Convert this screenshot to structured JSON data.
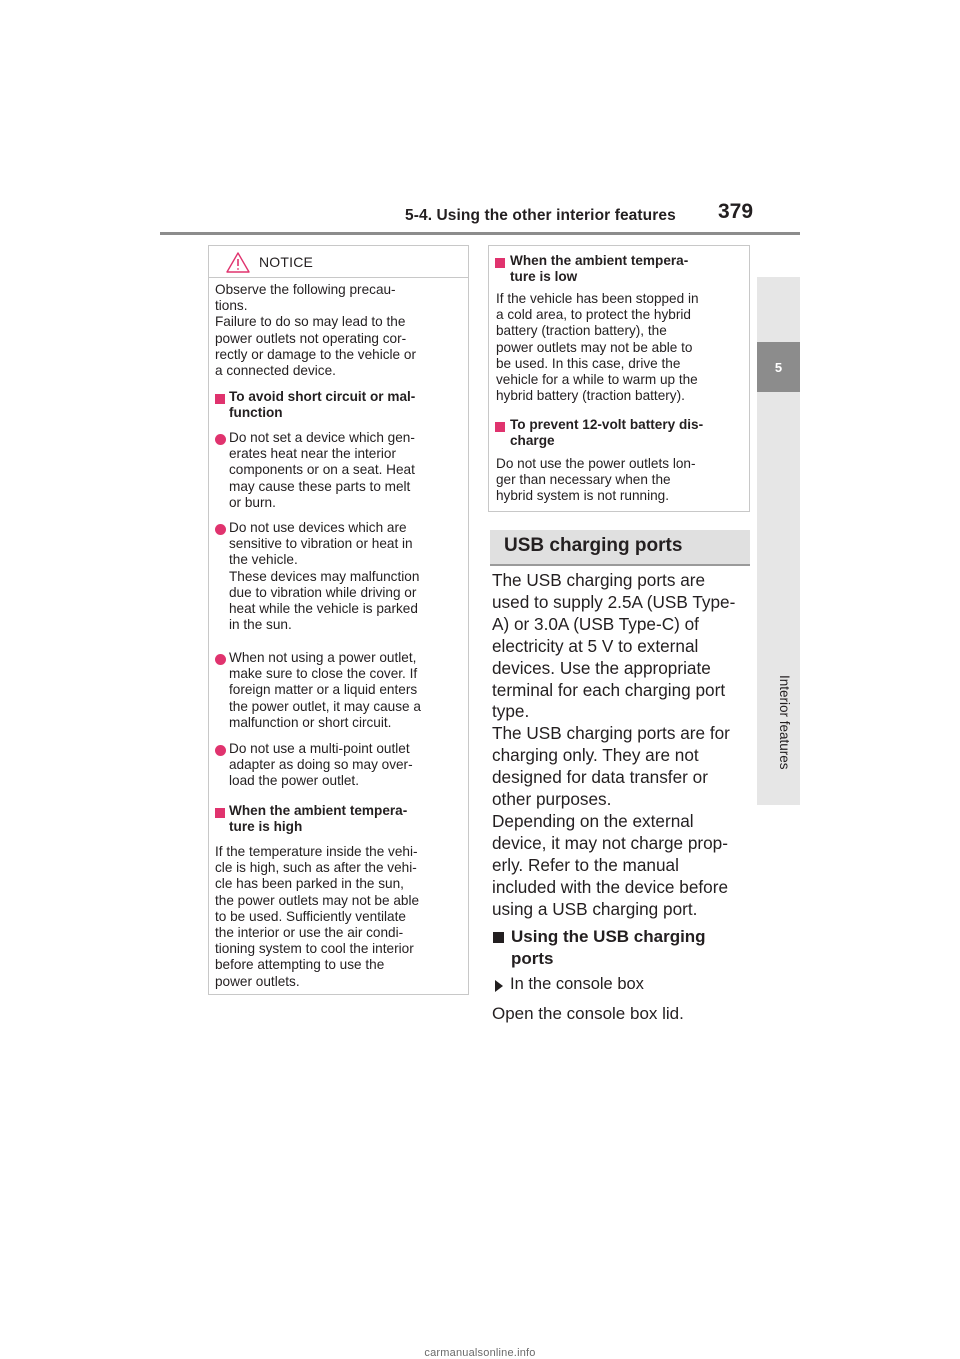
{
  "header": {
    "section_title": "5-4. Using the other interior features",
    "page_number": "379"
  },
  "side_tab": {
    "chapter_number": "5",
    "chapter_label": "Interior features"
  },
  "notice_box": {
    "title": "NOTICE",
    "icon": "warning-triangle-icon",
    "intro": "Observe the following precau-\ntions.\nFailure to do so may lead to the\npower outlets not operating cor-\nrectly or damage to the vehicle or\na connected device.",
    "section1_title": "To avoid short circuit or mal-\nfunction",
    "bullets": [
      "Do not set a device which gen-\nerates heat near the interior\ncomponents or on a seat. Heat\nmay cause these parts to melt\nor burn.",
      "Do not use devices which are\nsensitive to vibration or heat in\nthe vehicle.\nThese devices may malfunction\ndue to vibration while driving or\nheat while the vehicle is parked\nin the sun.",
      "When not using a power outlet,\nmake sure to close the cover. If\nforeign matter or a liquid enters\nthe power outlet, it may cause a\nmalfunction or short circuit.",
      "Do not use a multi-point outlet\nadapter as doing so may over-\nload the power outlet."
    ],
    "section2_title": "When the ambient tempera-\nture is high",
    "section2_body": "If the temperature inside the vehi-\ncle is high, such as after the vehi-\ncle has been parked in the sun,\nthe power outlets may not be able\nto be used. Sufficiently ventilate\nthe interior or use the air condi-\ntioning system to cool the interior\nbefore attempting to use the\npower outlets."
  },
  "right_box": {
    "section3_title": "When the ambient tempera-\nture is low",
    "section3_body": "If the vehicle has been stopped in\na cold area, to protect the hybrid\nbattery (traction battery), the\npower outlets may not be able to\nbe used. In this case, drive the\nvehicle for a while to warm up the\nhybrid battery (traction battery).",
    "section4_title": "To prevent 12-volt battery dis-\ncharge",
    "section4_body": "Do not use the power outlets lon-\nger than necessary when the\nhybrid system is not running."
  },
  "usb": {
    "heading": "USB charging ports",
    "body": "The USB charging ports are\nused to supply 2.5A (USB Type-\nA) or 3.0A (USB Type-C) of\nelectricity at 5 V to external\ndevices. Use the appropriate\nterminal for each charging port\ntype.\nThe USB charging ports are for\ncharging only. They are not\ndesigned for data transfer or\nother purposes.\nDepending on the external\ndevice, it may not charge prop-\nerly. Refer to the manual\nincluded with the device before\nusing a USB charging port.",
    "sub_title": "Using the USB charging\nports",
    "location": "In the console box",
    "instruction": "Open the console box lid."
  },
  "watermark": "carmanualsonline.info",
  "colors": {
    "accent": "#e0336e",
    "rule": "#8c8c8c",
    "heading_bg": "#e0e0e0"
  }
}
